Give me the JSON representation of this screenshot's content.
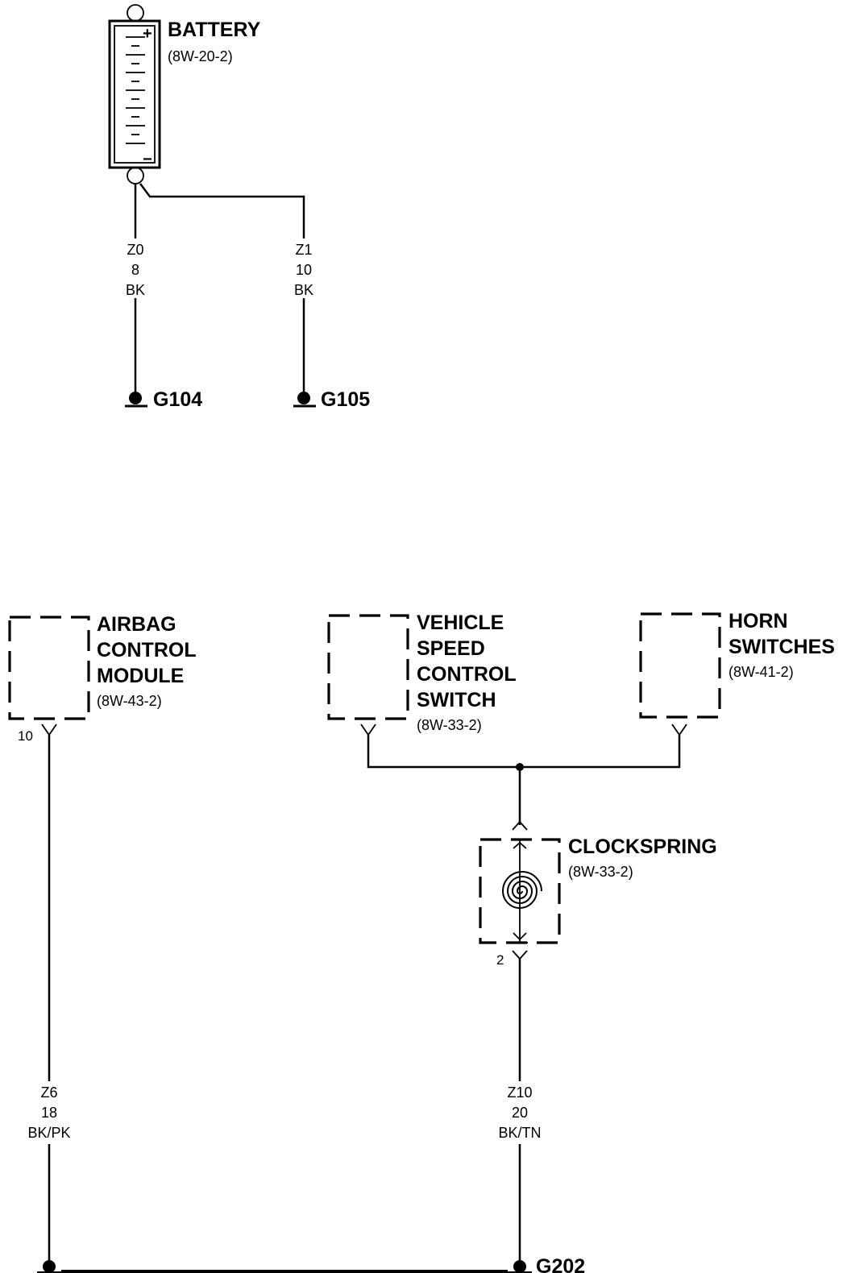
{
  "battery": {
    "title": "BATTERY",
    "ref": "(8W-20-2)",
    "plus": "+",
    "minus": "−"
  },
  "wires": {
    "z0": {
      "circuit": "Z0",
      "gauge": "8",
      "color": "BK"
    },
    "z1": {
      "circuit": "Z1",
      "gauge": "10",
      "color": "BK"
    },
    "z6": {
      "circuit": "Z6",
      "gauge": "18",
      "color": "BK/PK"
    },
    "z10": {
      "circuit": "Z10",
      "gauge": "20",
      "color": "BK/TN"
    }
  },
  "grounds": {
    "g104": "G104",
    "g105": "G105",
    "g202": "G202"
  },
  "components": {
    "airbag": {
      "line1": "AIRBAG",
      "line2": "CONTROL",
      "line3": "MODULE",
      "ref": "(8W-43-2)",
      "pin": "10"
    },
    "speed": {
      "line1": "VEHICLE",
      "line2": "SPEED",
      "line3": "CONTROL",
      "line4": "SWITCH",
      "ref": "(8W-33-2)"
    },
    "horn": {
      "line1": "HORN",
      "line2": "SWITCHES",
      "ref": "(8W-41-2)"
    },
    "clockspring": {
      "title": "CLOCKSPRING",
      "ref": "(8W-33-2)",
      "pin": "2"
    }
  }
}
